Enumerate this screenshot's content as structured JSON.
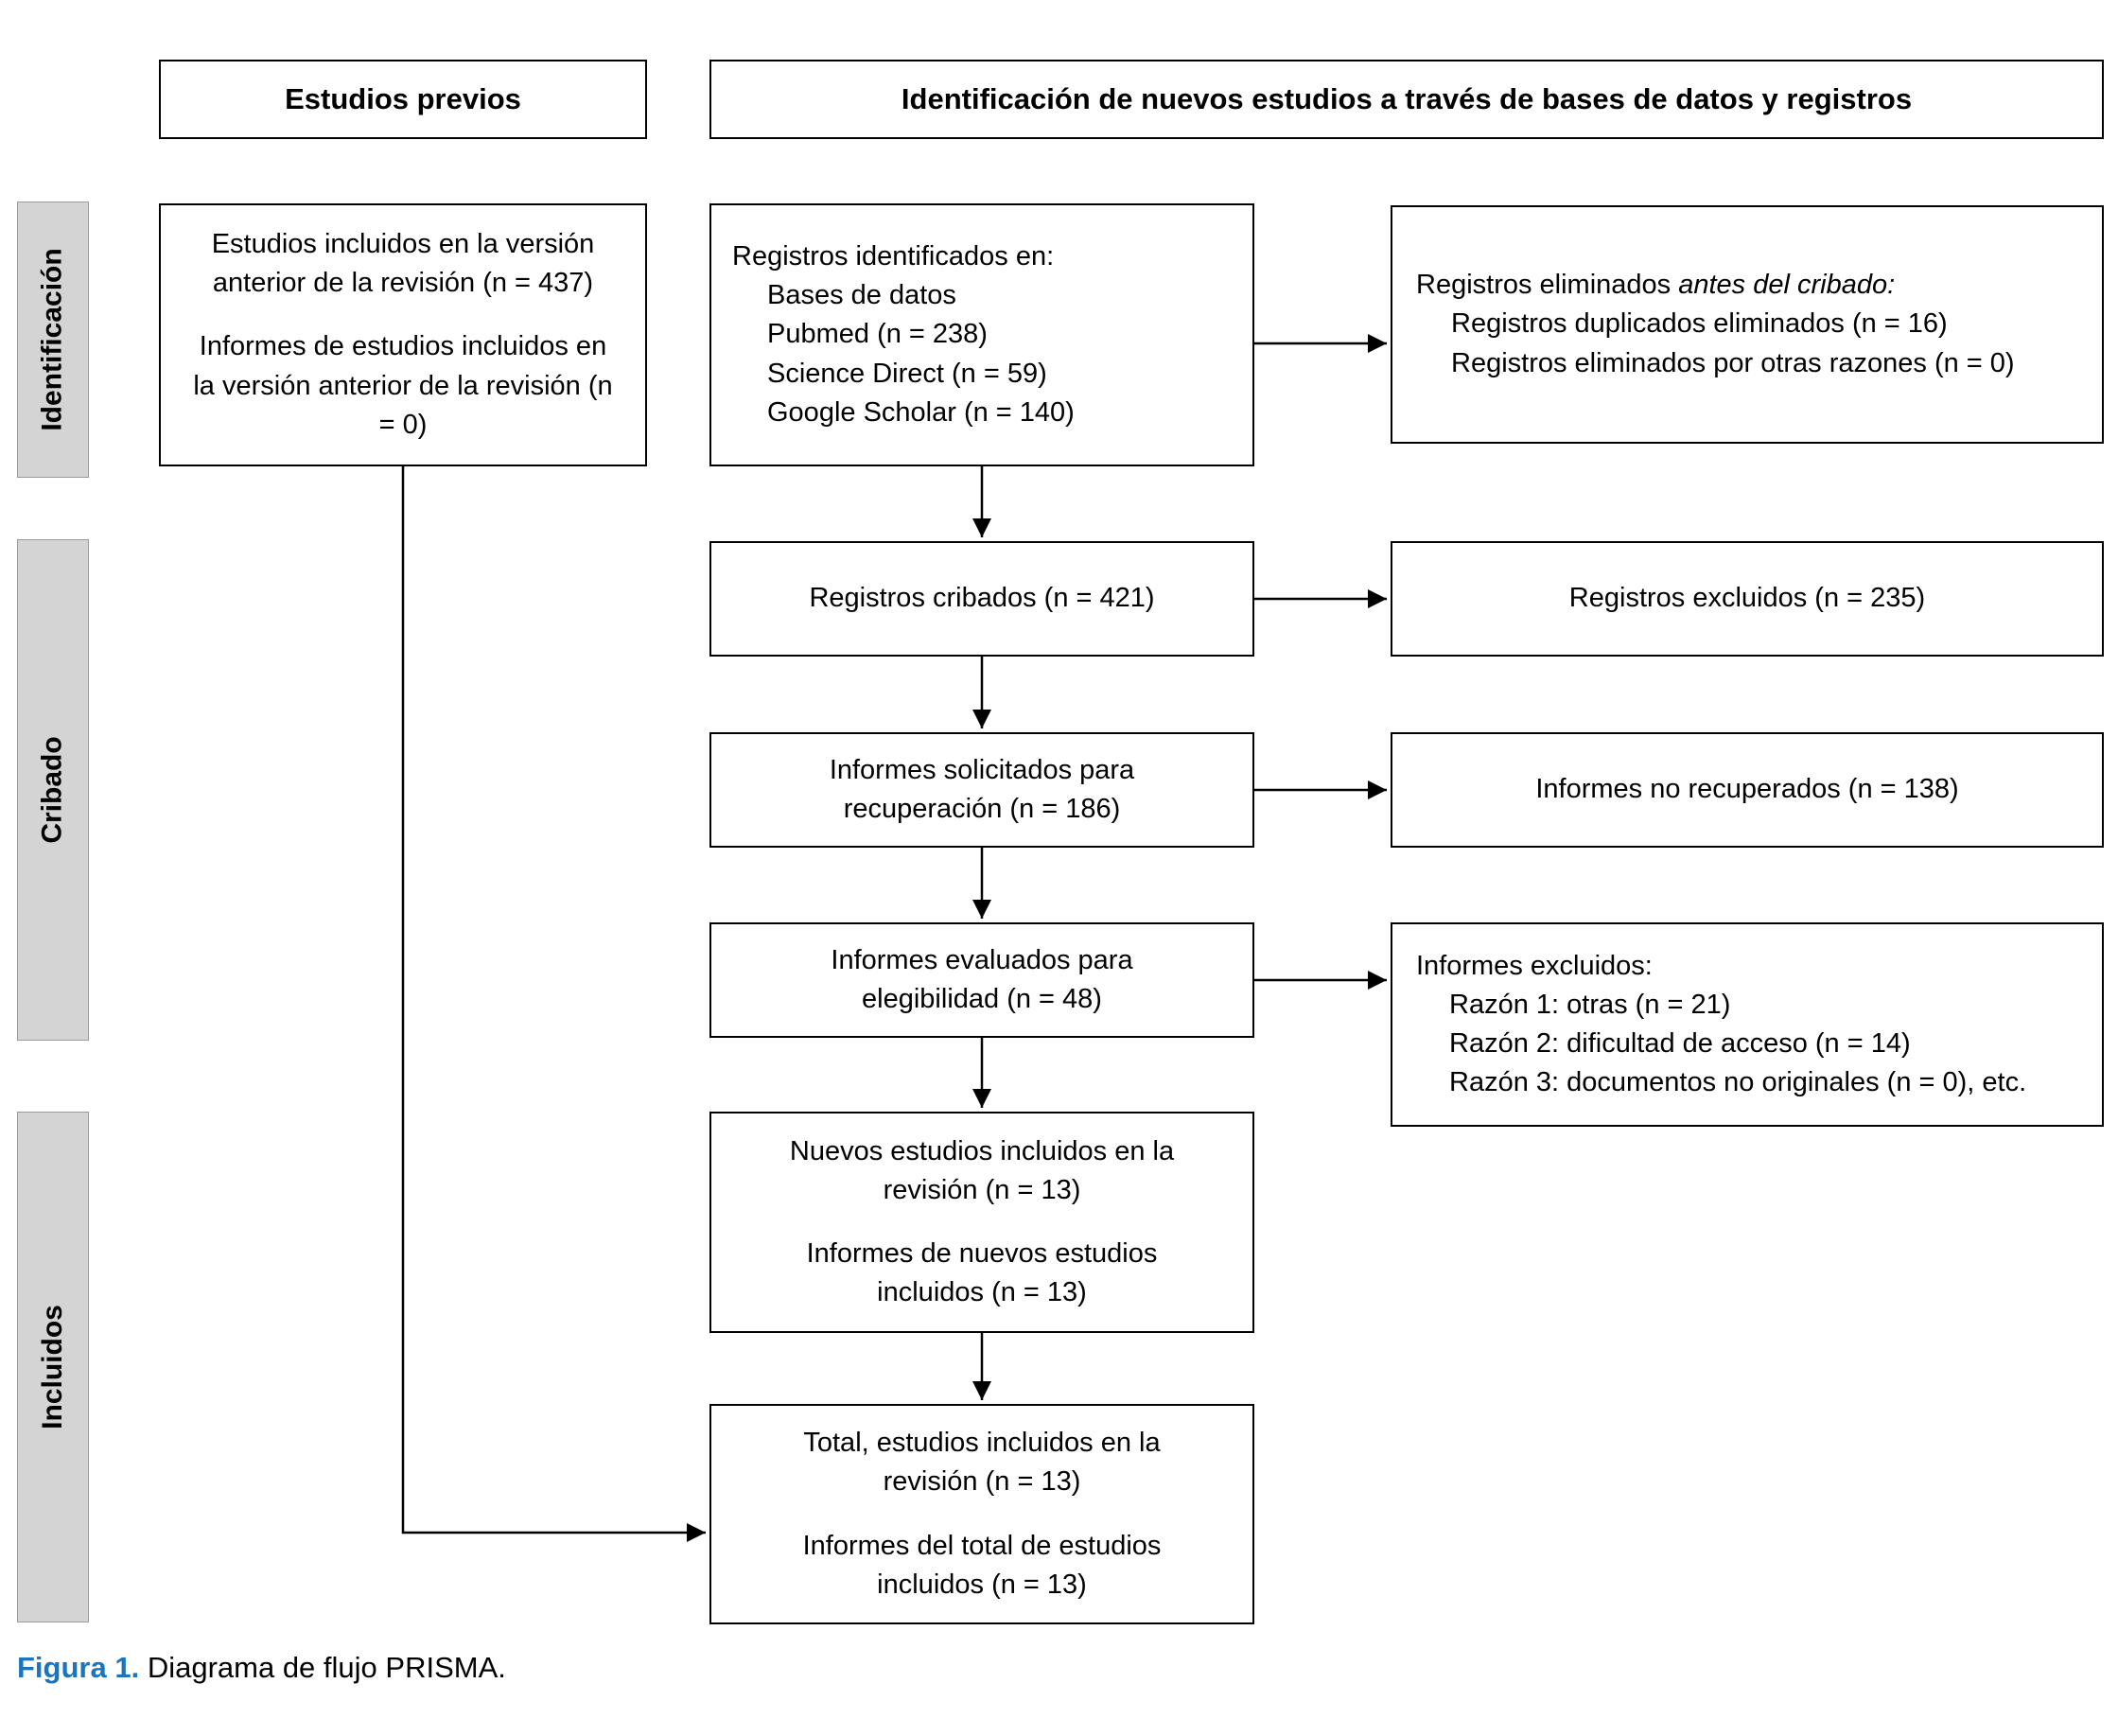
{
  "headers": {
    "previous_studies": "Estudios previos",
    "new_studies": "Identificación de nuevos estudios a través de bases de datos y registros"
  },
  "side_labels": {
    "identification": "Identificación",
    "screening": "Cribado",
    "included": "Incluidos"
  },
  "previous_box": {
    "p1": "Estudios incluidos en la versión anterior de la revisión (n = 437)",
    "p2": "Informes de estudios incluidos en la versión anterior de la revisión (n = 0)"
  },
  "records_identified_box": {
    "title": "Registros identificados en:",
    "items": [
      "Bases de datos",
      "Pubmed (n = 238)",
      "Science Direct (n = 59)",
      "Google Scholar (n = 140)"
    ]
  },
  "records_removed_box": {
    "title_normal": "Registros eliminados ",
    "title_italic": "antes del cribado:",
    "items": [
      "Registros duplicados eliminados (n = 16)",
      "Registros eliminados por otras razones (n = 0)"
    ]
  },
  "records_screened_box": {
    "text": "Registros cribados (n = 421)"
  },
  "records_excluded_box": {
    "text": "Registros excluidos (n = 235)"
  },
  "reports_sought_box": {
    "text": "Informes solicitados para recuperación (n = 186)"
  },
  "reports_not_retrieved_box": {
    "text": "Informes no recuperados (n = 138)"
  },
  "reports_assessed_box": {
    "text": "Informes evaluados para elegibilidad (n = 48)"
  },
  "reports_excluded_box": {
    "title": "Informes excluidos:",
    "items": [
      "Razón 1: otras (n = 21)",
      "Razón 2: dificultad de acceso (n = 14)",
      "Razón 3: documentos no originales (n = 0), etc."
    ]
  },
  "new_included_box": {
    "p1": "Nuevos estudios incluidos en la revisión (n = 13)",
    "p2": "Informes de nuevos estudios incluidos (n = 13)"
  },
  "total_included_box": {
    "p1": "Total, estudios incluidos en la revisión (n = 13)",
    "p2": "Informes del total de estudios incluidos (n = 13)"
  },
  "caption": {
    "label": "Figura 1.",
    "text": " Diagrama de flujo PRISMA."
  },
  "colors": {
    "caption_label": "#1b75bc",
    "sidebar_fill": "#d4d4d4"
  }
}
